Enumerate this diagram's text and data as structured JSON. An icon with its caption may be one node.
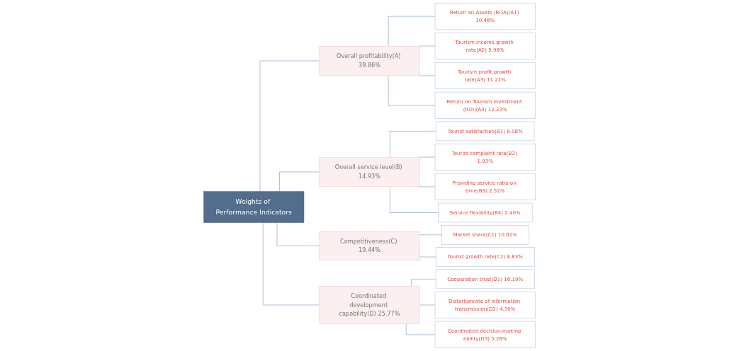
{
  "diagram": {
    "nodes": [
      {
        "text": [
          "Weights of Performance Indicators"
        ]
      },
      {
        "text": [
          "Overall profitability(A)",
          "39.86%"
        ]
      },
      {
        "text": [
          "Return on Assets (ROA)(A1)",
          "10.46%"
        ]
      },
      {
        "text": [
          "Tourism income growth rate(A2)",
          "5.96%"
        ]
      },
      {
        "text": [
          "Tourism profit growth rate(A3)",
          "11.21%"
        ]
      },
      {
        "text": [
          "Return on Tourism Investment (ROI)(A4)",
          "12.23%"
        ]
      },
      {
        "text": [
          "Overall service level(B)",
          "14.93%"
        ]
      },
      {
        "text": [
          "Tourist satisfaction(B1)",
          "8.08%"
        ]
      },
      {
        "text": [
          "Tourist complaint rate(B2)",
          "1.93%"
        ]
      },
      {
        "text": [
          "Providing service ratio on time(B3)",
          "2.52%"
        ]
      },
      {
        "text": [
          "Service flexibility(B4)",
          "2.40%"
        ]
      },
      {
        "text": [
          "Competitiveness(C)",
          "19.44%"
        ]
      },
      {
        "text": [
          "Market share(C1)",
          "10.61%"
        ]
      },
      {
        "text": [
          "Tourist growth rate(C2)",
          "8.83%"
        ]
      },
      {
        "text": [
          "Coordinated development capability(D)",
          "25.77%"
        ]
      },
      {
        "text": [
          "Cooperation trust(D1)",
          "16.19%"
        ]
      },
      {
        "text": [
          "Distortionrate of information transmission(D2)",
          "4.30%"
        ]
      },
      {
        "text": [
          "Coordinated decision-making ability(D3)",
          "5.28%"
        ]
      }
    ],
    "edges": [
      {
        "from": 0,
        "to": 1,
        "arrow": "none"
      },
      {
        "from": 0,
        "to": 6,
        "arrow": "none"
      },
      {
        "from": 0,
        "to": 11,
        "arrow": "none"
      },
      {
        "from": 0,
        "to": 14,
        "arrow": "none"
      },
      {
        "from": 1,
        "to": 2,
        "arrow": "none"
      },
      {
        "from": 1,
        "to": 3,
        "arrow": "none"
      },
      {
        "from": 1,
        "to": 4,
        "arrow": "none"
      },
      {
        "from": 1,
        "to": 5,
        "arrow": "none"
      },
      {
        "from": 6,
        "to": 7,
        "arrow": "none"
      },
      {
        "from": 6,
        "to": 8,
        "arrow": "none"
      },
      {
        "from": 6,
        "to": 9,
        "arrow": "none"
      },
      {
        "from": 6,
        "to": 10,
        "arrow": "none"
      },
      {
        "from": 11,
        "to": 12,
        "arrow": "none"
      },
      {
        "from": 11,
        "to": 13,
        "arrow": "none"
      },
      {
        "from": 14,
        "to": 15,
        "arrow": "none"
      },
      {
        "from": 14,
        "to": 16,
        "arrow": "none"
      },
      {
        "from": 14,
        "to": 17,
        "arrow": "none"
      }
    ]
  }
}
